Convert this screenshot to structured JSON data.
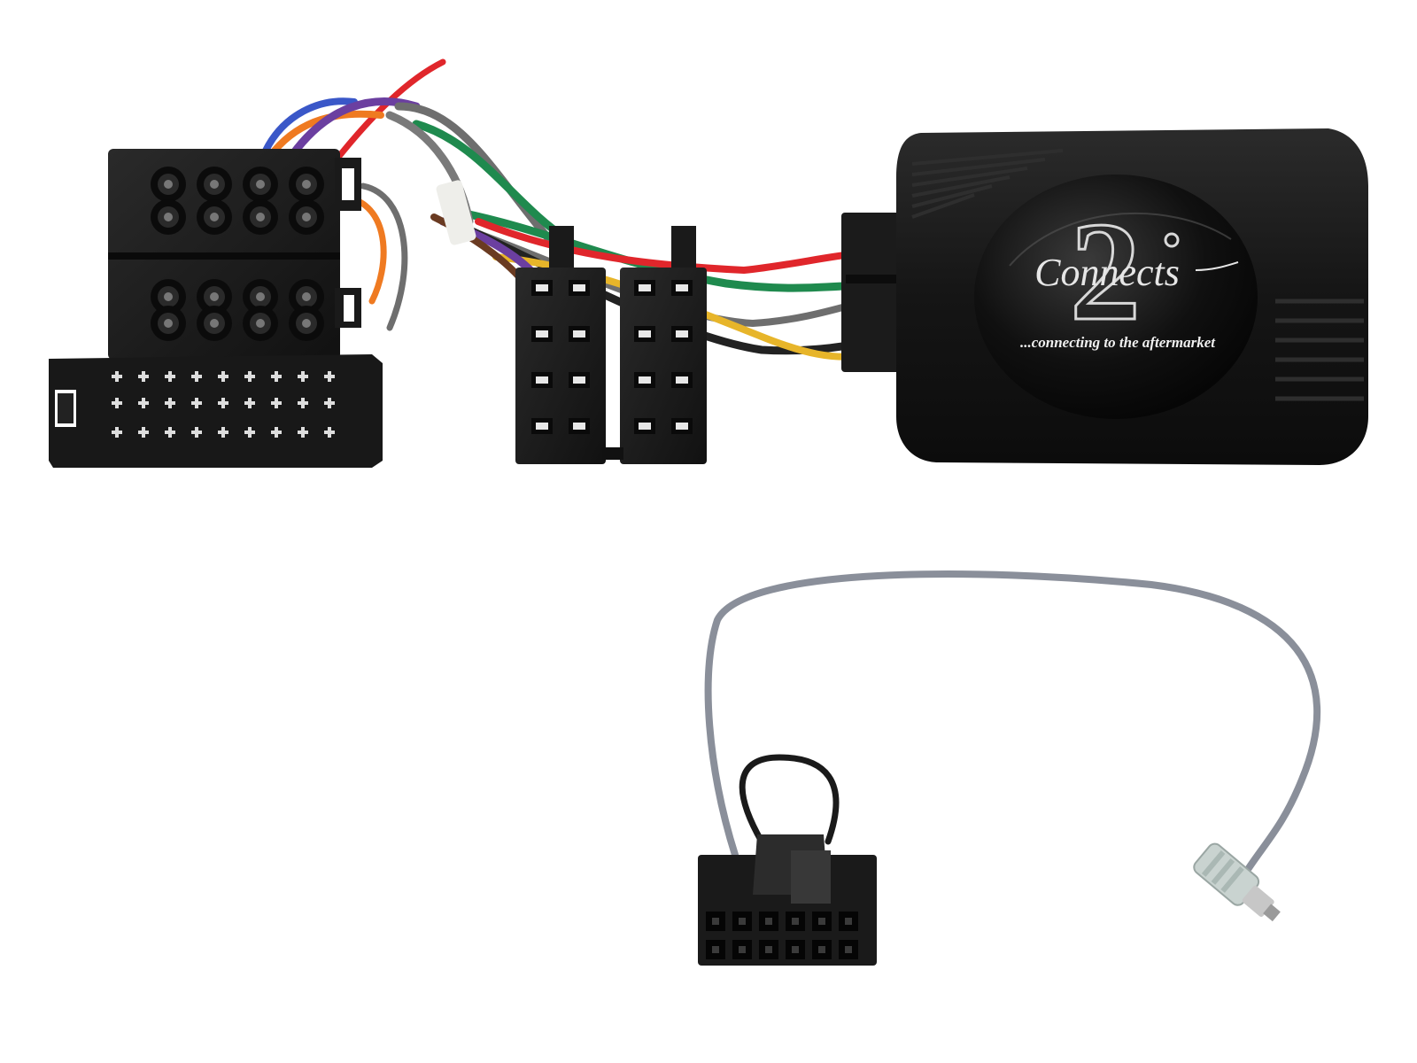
{
  "logo": {
    "wordmark": "Connects",
    "numeral": "2",
    "tagline": "...connecting to the aftermarket"
  },
  "colors": {
    "housing": "#161616",
    "wire_red": "#e0262b",
    "wire_green": "#1f8a4e",
    "wire_grey": "#6e6e6e",
    "wire_yellow": "#e7b52a",
    "wire_orange": "#ef7a21",
    "wire_blue": "#3a57c8",
    "wire_violet": "#6b3fa0",
    "wire_brown": "#6a3b22",
    "cable_grey": "#8a8f9a"
  }
}
